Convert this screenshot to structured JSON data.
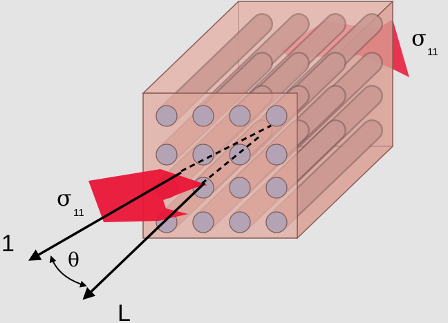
{
  "labels": {
    "stress_right": "σ",
    "stress_right_sub": "11",
    "stress_left": "σ",
    "stress_left_sub": "11",
    "axis_1": "1",
    "axis_L": "L",
    "angle": "θ"
  },
  "colors": {
    "background": "#e4e4e4",
    "matrix_front": "#e0a79d",
    "matrix_side": "#d99b90",
    "matrix_top": "#e5b2a8",
    "fiber_end": "#b3a3b5",
    "fiber_edge": "#7a5a5a",
    "arrow_red": "#ea1537",
    "axis": "#000000"
  },
  "fiber_grid": {
    "rows": 4,
    "columns": 4
  }
}
